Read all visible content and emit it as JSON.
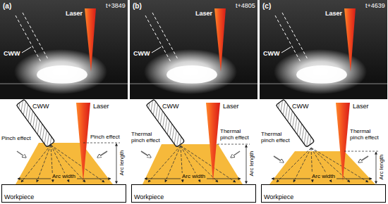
{
  "diagram": {
    "nodes": [
      {
        "text": [
          "Workpiece"
        ]
      },
      {
        "text": [
          "Workpiece"
        ]
      },
      {
        "text": [
          "Workpiece"
        ]
      }
    ],
    "labels": [
      "(a)",
      "t+3849",
      "Laser",
      "CWW",
      "CWW",
      "Laser",
      "Pinch effect",
      "Pinch effect",
      "Arc length",
      "Arc width",
      "(b)",
      "t+4805",
      "Laser",
      "CWW",
      "CWW",
      "Laser",
      "Thermal pinch effect",
      "Thermal pinch effect",
      "Arc length",
      "Arc width",
      "(c)",
      "t+4639",
      "Laser",
      "CWW",
      "CWW",
      "Laser",
      "Thermal pinch effect",
      "Thermal pinch effect",
      "Arc length",
      "Arc width"
    ]
  }
}
